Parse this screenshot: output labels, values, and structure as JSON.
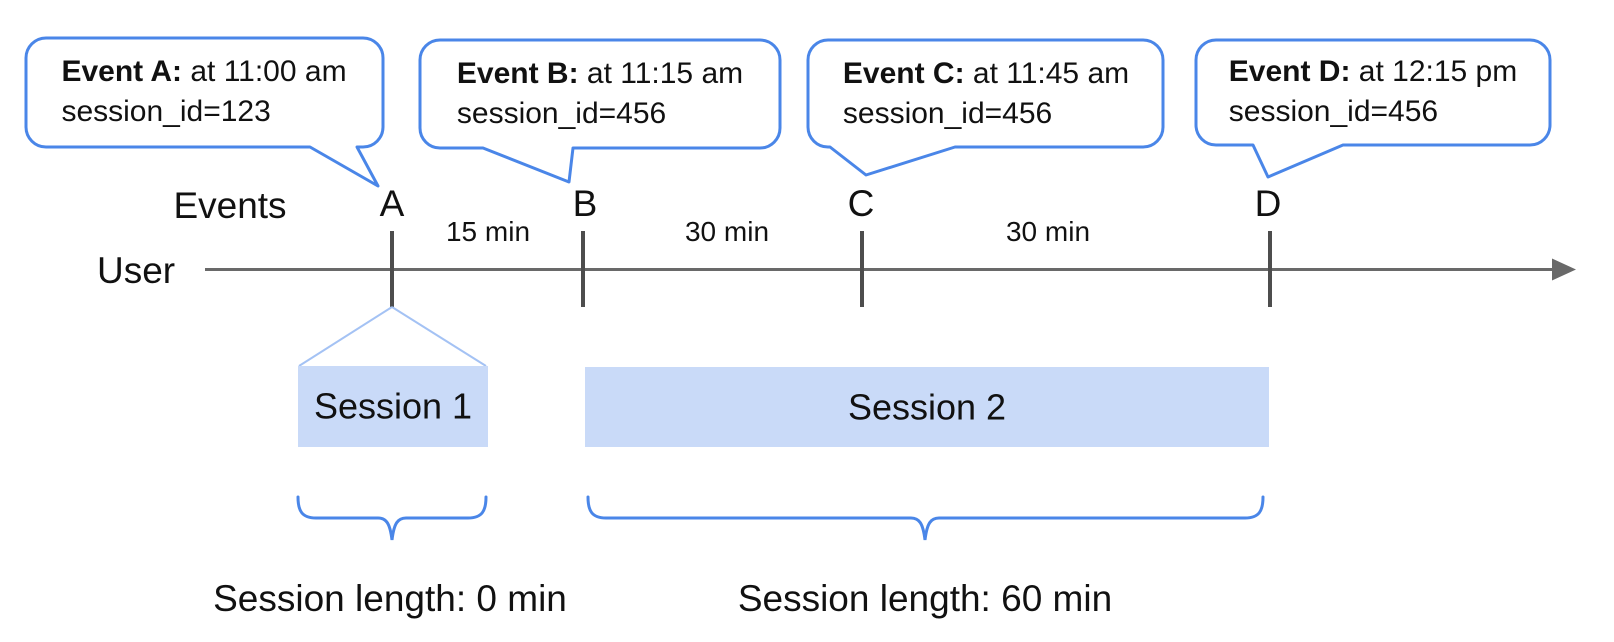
{
  "bubbles": [
    {
      "event": "Event A:",
      "time": " at 11:00 am",
      "session": "session_id=123"
    },
    {
      "event": "Event B:",
      "time": " at 11:15 am",
      "session": "session_id=456"
    },
    {
      "event": "Event C:",
      "time": " at 11:45 am",
      "session": "session_id=456"
    },
    {
      "event": "Event D:",
      "time": " at 12:15 pm",
      "session": "session_id=456"
    }
  ],
  "timeline": {
    "user_label": "User",
    "events_label": "Events",
    "event_marks": [
      "A",
      "B",
      "C",
      "D"
    ],
    "intervals": [
      "15 min",
      "30 min",
      "30 min"
    ]
  },
  "sessions": [
    {
      "label": "Session 1",
      "length_label": "Session length: 0 min"
    },
    {
      "label": "Session 2",
      "length_label": "Session length: 60 min"
    }
  ],
  "colors": {
    "bubble_border": "#4a86e8",
    "brace_blue": "#4a86e8",
    "session_fill": "#c9daf8",
    "funnel_line": "#a4c2f4",
    "timeline_gray": "#696969",
    "tick_gray": "#4d4d4d",
    "text": "#111111"
  }
}
